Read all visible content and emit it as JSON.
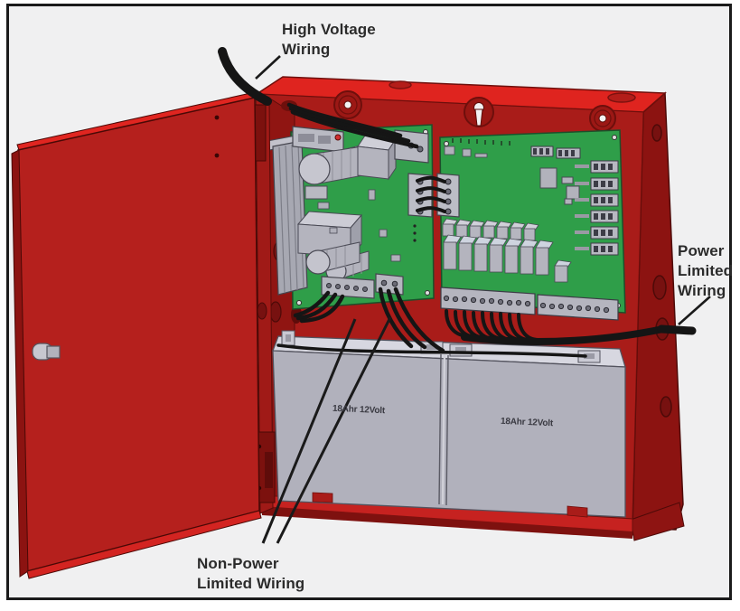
{
  "callouts": {
    "high_voltage": {
      "line1": "High Voltage",
      "line2": "Wiring"
    },
    "power_limited": {
      "line1": "Power",
      "line2": "Limited",
      "line3": "Wiring"
    },
    "non_power_limited": {
      "line1": "Non-Power",
      "line2": "Limited Wiring"
    }
  },
  "batteries": {
    "left_label": "18Ahr 12Volt",
    "right_label": "18Ahr 12Volt"
  },
  "colors": {
    "cabinet_red": "#df241f",
    "cabinet_inner_red": "#a91c19",
    "cabinet_side_red": "#8c1311",
    "door_red": "#b5201d",
    "pcb_green": "#2f9e49",
    "battery_gray": "#b1b1bc",
    "wire_black": "#151515",
    "background": "#f0f0f1",
    "text": "#2b2b2b"
  }
}
